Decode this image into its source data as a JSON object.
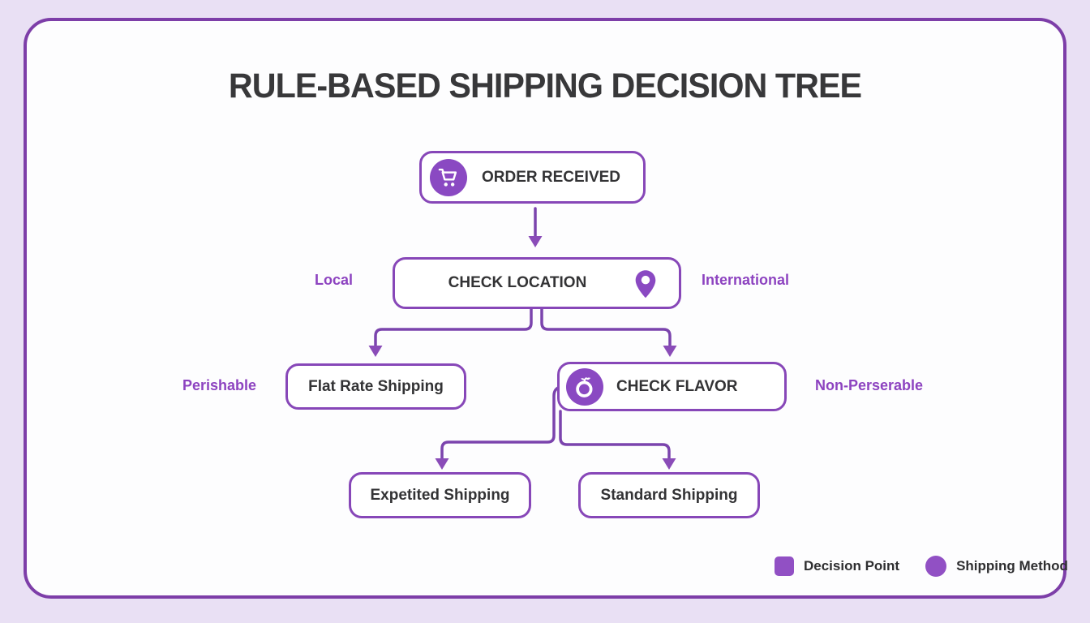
{
  "title": "RULE-BASED SHIPPING DECISION TREE",
  "nodes": {
    "order_received": {
      "label": "ORDER RECEIVED",
      "icon": "cart-icon"
    },
    "check_location": {
      "label": "CHECK LOCATION",
      "icon": "location-pin-icon"
    },
    "flat_rate": {
      "label": "Flat Rate Shipping"
    },
    "check_flavor": {
      "label": "CHECK FLAVOR",
      "icon": "fruit-icon"
    },
    "expedited": {
      "label": "Expetited Shipping"
    },
    "standard": {
      "label": "Standard Shipping"
    }
  },
  "branch_labels": {
    "local": "Local",
    "international": "International",
    "perishable": "Perishable",
    "non_perishable": "Non-Perserable"
  },
  "legend": {
    "decision_point": "Decision Point",
    "shipping_method": "Shipping Method"
  },
  "colors": {
    "background": "#e9e0f4",
    "card_background": "#fdfdfe",
    "card_border": "#7d3ea8",
    "node_border": "#8747b8",
    "connector": "#7b44ad",
    "icon_fill": "#8a49c2",
    "legend_swatch": "#9150c4",
    "branch_label_text": "#8d43c0",
    "title_text": "#38383a",
    "node_text": "#333335"
  }
}
